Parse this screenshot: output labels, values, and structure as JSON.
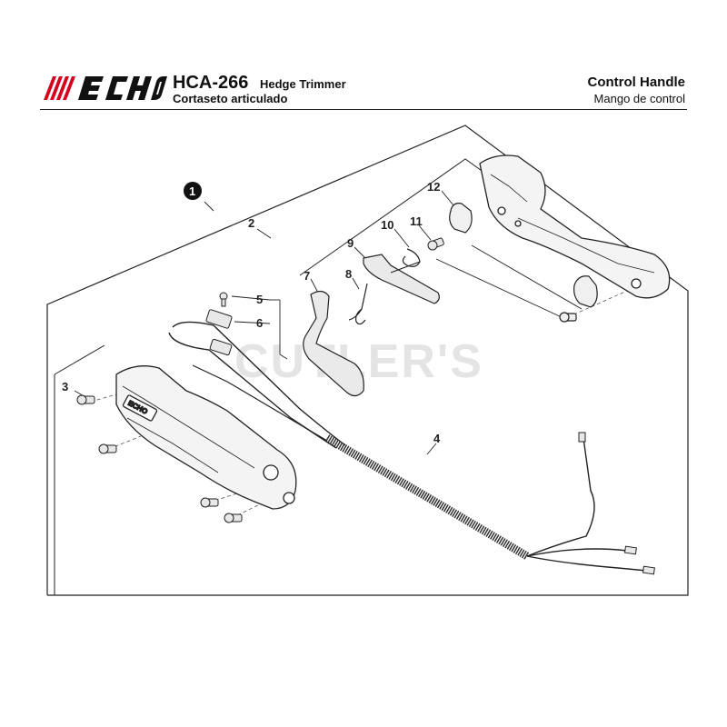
{
  "brand": {
    "name": "ECHO",
    "color": "#d4001e"
  },
  "header": {
    "model": "HCA-266",
    "product_en": "Hedge Trimmer",
    "product_es": "Cortaseto articulado",
    "section_en": "Control Handle",
    "section_es": "Mango de control"
  },
  "watermark": "CUTLER'S",
  "callouts": {
    "c1": "1",
    "c2": "2",
    "c3": "3",
    "c4": "4",
    "c5": "5",
    "c6": "6",
    "c7": "7",
    "c8": "8",
    "c9": "9",
    "c10": "10",
    "c11": "11",
    "c12": "12"
  }
}
